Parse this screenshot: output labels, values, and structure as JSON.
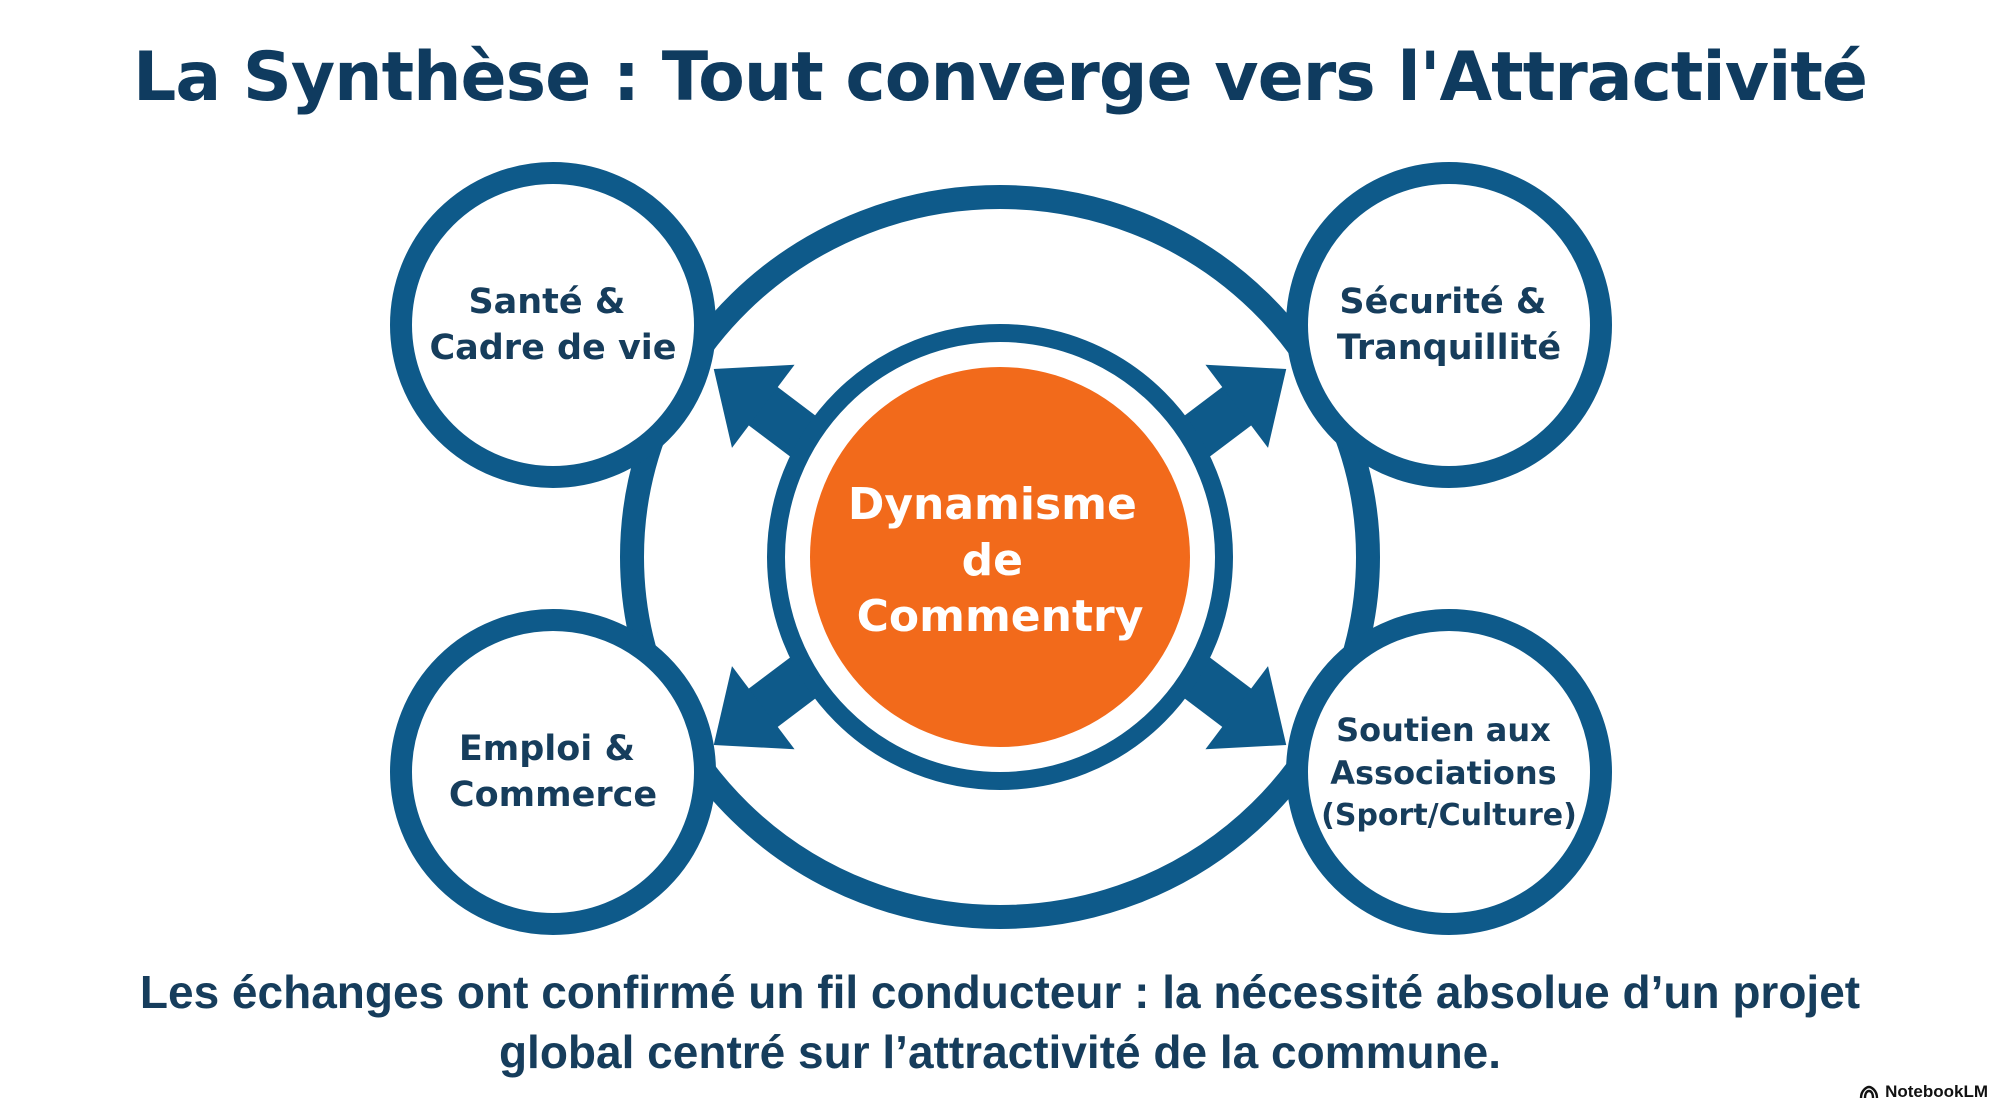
{
  "title": "La Synthèse : Tout converge vers l'Attractivité",
  "center": {
    "lines": [
      "Dynamisme",
      "de",
      "Commentry"
    ],
    "color": "#f26a1b"
  },
  "nodes": {
    "top_left": {
      "lines": [
        "Santé &",
        "Cadre de vie"
      ]
    },
    "top_right": {
      "lines": [
        "Sécurité &",
        "Tranquillité"
      ]
    },
    "bottom_left": {
      "lines": [
        "Emploi &",
        "Commerce"
      ]
    },
    "bottom_right": {
      "lines": [
        "Soutien aux",
        "Associations",
        "(Sport/Culture)"
      ]
    }
  },
  "caption": {
    "line1": "Les échanges ont confirmé un fil conducteur : la nécessité absolue d’un projet",
    "line2": "global centré sur l’attractivité de la commune."
  },
  "brand": {
    "label": "NotebookLM"
  },
  "colors": {
    "ring": "#0e5a8a",
    "title": "#0f3b5f",
    "text": "#163d5c",
    "accent": "#f26a1b"
  }
}
